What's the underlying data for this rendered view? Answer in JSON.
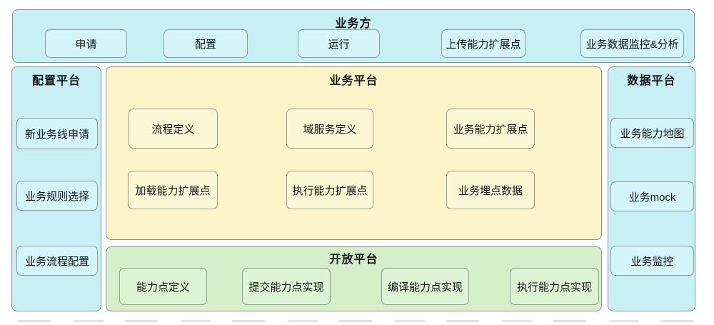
{
  "top_bar": {
    "title": "业务方",
    "buttons": [
      "申请",
      "配置",
      "运行",
      "上传能力扩展点",
      "业务数据监控&分析"
    ]
  },
  "config_platform": {
    "title": "配置平台",
    "items": [
      "新业务线申请",
      "业务规则选择",
      "业务流程配置"
    ]
  },
  "business_platform": {
    "title": "业务平台",
    "nodes": [
      "流程定义",
      "域服务定义",
      "业务能力扩展点",
      "加载能力扩展点",
      "执行能力扩展点",
      "业务埋点数据"
    ]
  },
  "open_platform": {
    "title": "开放平台",
    "nodes": [
      "能力点定义",
      "提交能力点实现",
      "编译能力点实现",
      "执行能力点实现"
    ]
  },
  "data_platform": {
    "title": "数据平台",
    "items": [
      "业务能力地图",
      "业务mock",
      "业务监控"
    ]
  },
  "colors": {
    "panel_cyan": "#c8f0f4",
    "panel_yellow": "#fbf5c9",
    "panel_green": "#d5efcb",
    "node_cyan": "#d3f4f8",
    "node_yellow": "#fcf8d6",
    "node_green": "#dcf3d4",
    "border": "#8e8e8e",
    "text": "#141414",
    "background": "#ffffff"
  }
}
